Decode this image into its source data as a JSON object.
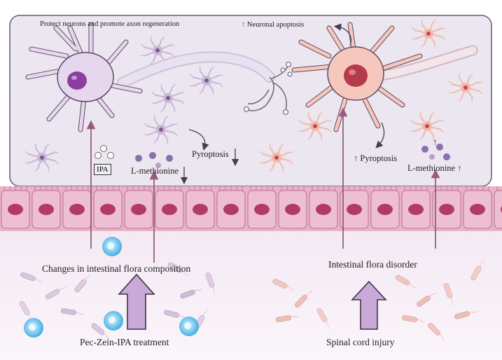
{
  "labels": {
    "protect": "Protect neurons and promote axon regeneration",
    "neuronal_apoptosis": "Neuronal apoptosis",
    "ipa": "IPA",
    "l_methionine_left": "L-methionine",
    "pyroptosis_left": "Pyroptosis",
    "pyroptosis_right": "Pyroptosis",
    "l_methionine_right": "L-methionine",
    "flora_changes": "Changes in intestinal flora composition",
    "flora_disorder": "Intestinal flora disorder",
    "treatment": "Pec-Zein-IPA treatment",
    "injury": "Spinal cord injury"
  },
  "arrow_glyphs": {
    "up": "↑",
    "down": "↓"
  },
  "colors": {
    "panel_fill": "#ece6f0",
    "panel_border": "#6a5a6e",
    "healthy_neuron": "#e6d6ee",
    "healthy_nucleus": "#8a3fa0",
    "damaged_neuron": "#f6c7bd",
    "damaged_nucleus": "#b53a4a",
    "epithelium": "#e9b2c9",
    "epithelium_nucleus": "#b23a6a",
    "up_arrow": "#8b1a2b",
    "probiotic": "#6ec3ea",
    "large_arrow": "#c9a9d8"
  }
}
